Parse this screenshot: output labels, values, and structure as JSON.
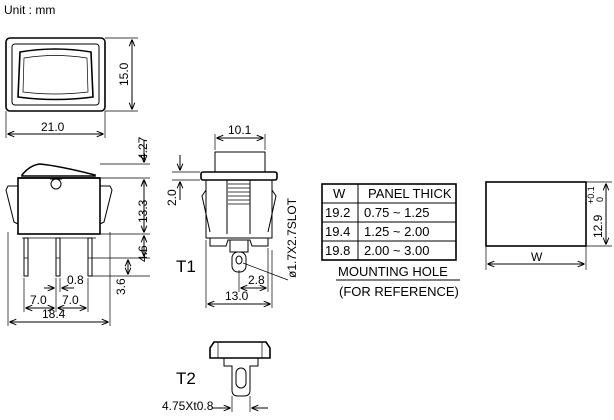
{
  "unit_label": "Unit : mm",
  "top_view": {
    "width": "21.0",
    "height": "15.0"
  },
  "front_view": {
    "rocker_height": "4.27",
    "body_height": "13.3",
    "pin_length": "4.6",
    "pin_tip": "3.6",
    "pin_width": "0.8",
    "pitch_left": "7.0",
    "pitch_right": "7.0",
    "overall_width": "18.4"
  },
  "side_view": {
    "top_width": "10.1",
    "flange_height": "2.0",
    "slot": "ø1.7X2.7SLOT",
    "terminal_offset": "2.8",
    "body_width": "13.0",
    "terminal_label": "T1"
  },
  "t2_view": {
    "terminal_label": "T2",
    "tab_size": "4.75Xt0.8"
  },
  "panel_table": {
    "headers": [
      "W",
      "PANEL THICK"
    ],
    "rows": [
      [
        "19.2",
        "0.75 ~ 1.25"
      ],
      [
        "19.4",
        "1.25 ~ 2.00"
      ],
      [
        "19.8",
        "2.00 ~ 3.00"
      ]
    ],
    "caption_line1": "MOUNTING HOLE",
    "caption_line2": "(FOR REFERENCE)"
  },
  "mounting_hole": {
    "height": "12.9",
    "tol_plus": "+0.1",
    "tol_minus": "0",
    "width_label": "W"
  }
}
